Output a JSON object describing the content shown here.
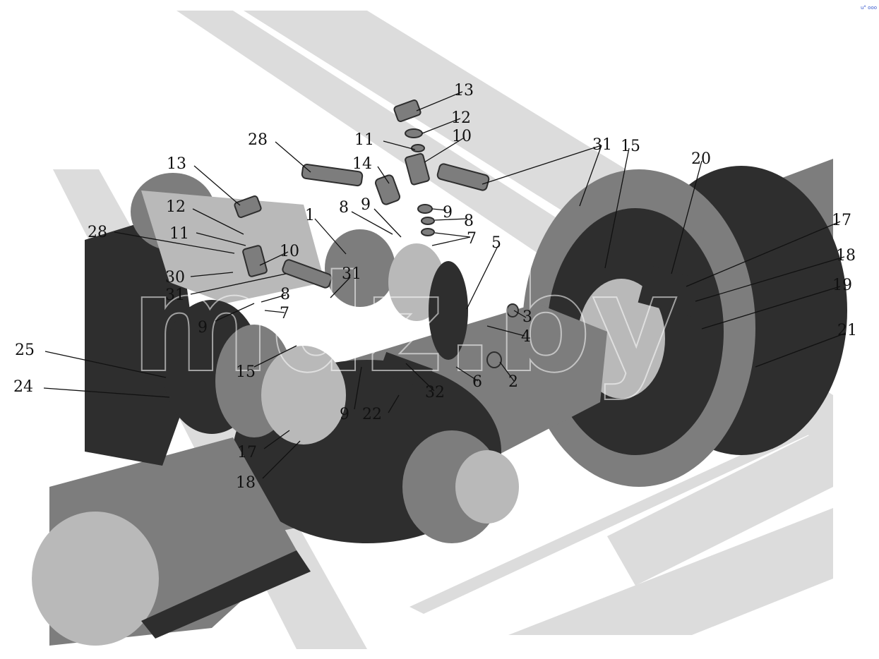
{
  "colors": {
    "background": "#ffffff",
    "beam": "#dcdcdc",
    "metal_dark": "#2e2e2e",
    "metal_mid": "#7d7d7d",
    "metal_light": "#b9b9b9",
    "ink": "#111111",
    "corner_mark": "#3355cc"
  },
  "watermark": {
    "text": "mdz.by"
  },
  "corner_mark": {
    "text": "u° ooo"
  },
  "callouts": [
    {
      "id": "c13a",
      "label": "13"
    },
    {
      "id": "c12a",
      "label": "12"
    },
    {
      "id": "c11a",
      "label": "11"
    },
    {
      "id": "c10a",
      "label": "10"
    },
    {
      "id": "c28a",
      "label": "28"
    },
    {
      "id": "c14",
      "label": "14"
    },
    {
      "id": "c31a",
      "label": "31"
    },
    {
      "id": "c15a",
      "label": "15"
    },
    {
      "id": "c20",
      "label": "20"
    },
    {
      "id": "c17a",
      "label": "17"
    },
    {
      "id": "c18a",
      "label": "18"
    },
    {
      "id": "c19",
      "label": "19"
    },
    {
      "id": "c21",
      "label": "21"
    },
    {
      "id": "c13b",
      "label": "13"
    },
    {
      "id": "c12b",
      "label": "12"
    },
    {
      "id": "c28b",
      "label": "28"
    },
    {
      "id": "c11b",
      "label": "11"
    },
    {
      "id": "c10b",
      "label": "10"
    },
    {
      "id": "c30",
      "label": "30"
    },
    {
      "id": "c31b",
      "label": "31"
    },
    {
      "id": "c1",
      "label": "1"
    },
    {
      "id": "c8a",
      "label": "8"
    },
    {
      "id": "c9a",
      "label": "9"
    },
    {
      "id": "c9b",
      "label": "9"
    },
    {
      "id": "c8b",
      "label": "8"
    },
    {
      "id": "c7a",
      "label": "7"
    },
    {
      "id": "c5",
      "label": "5"
    },
    {
      "id": "c31c",
      "label": "31"
    },
    {
      "id": "c8c",
      "label": "8"
    },
    {
      "id": "c7b",
      "label": "7"
    },
    {
      "id": "c9c",
      "label": "9"
    },
    {
      "id": "c3",
      "label": "3"
    },
    {
      "id": "c4",
      "label": "4"
    },
    {
      "id": "c25",
      "label": "25"
    },
    {
      "id": "c24",
      "label": "24"
    },
    {
      "id": "c15b",
      "label": "15"
    },
    {
      "id": "c6",
      "label": "6"
    },
    {
      "id": "c2",
      "label": "2"
    },
    {
      "id": "c32",
      "label": "32"
    },
    {
      "id": "c22",
      "label": "22"
    },
    {
      "id": "c9d",
      "label": "9"
    },
    {
      "id": "c17b",
      "label": "17"
    },
    {
      "id": "c18b",
      "label": "18"
    }
  ]
}
